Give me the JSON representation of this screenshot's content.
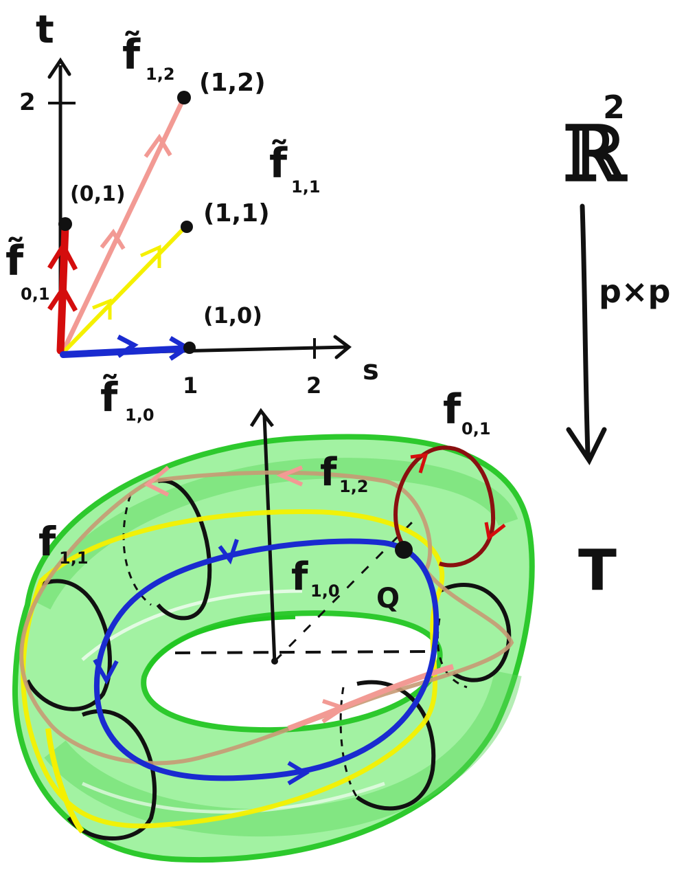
{
  "upper": {
    "axis_t": "t",
    "axis_s": "s",
    "tick_t2": "2",
    "tick_s1": "1",
    "tick_s2": "2",
    "pt_12": "(1,2)",
    "pt_11": "(1,1)",
    "pt_10": "(1,0)",
    "pt_01": "(0,1)",
    "lift_12": "f̃",
    "lift_12_sub": "1,2",
    "lift_11": "f̃",
    "lift_11_sub": "1,1",
    "lift_01": "f̃",
    "lift_01_sub": "0,1",
    "lift_10": "f̃",
    "lift_10_sub": "1,0"
  },
  "right": {
    "space_top": "ℝ",
    "space_top_sup": "2",
    "map_label": "p×p",
    "space_bottom": "T"
  },
  "torus": {
    "loop_01": "f",
    "loop_01_sub": "0,1",
    "loop_12": "f",
    "loop_12_sub": "1,2",
    "loop_11": "f",
    "loop_11_sub": "1,1",
    "loop_10": "f",
    "loop_10_sub": "1,0",
    "point_q": "Q"
  },
  "colors": {
    "blue": "#1a2bd0",
    "red": "#d40d0d",
    "pink": "#f29a94",
    "yellow": "#f5f000",
    "green": "#22c722",
    "dark_red": "#8a1010",
    "tan": "#c79a74"
  }
}
